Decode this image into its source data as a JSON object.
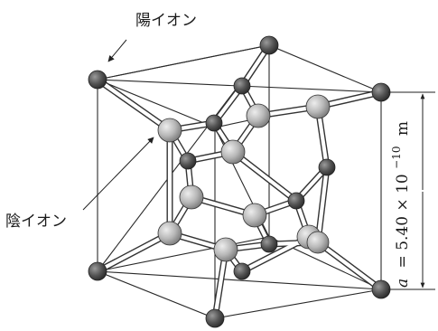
{
  "labels": {
    "cation": "陽イオン",
    "anion": "陰イオン",
    "lattice_symbol": "a",
    "lattice_value": "= 5.40 × 10",
    "lattice_exponent": "−10",
    "lattice_unit": "m"
  },
  "colors": {
    "cation": "#555555",
    "anion": "#b8b8b8",
    "line": "#2a2a2a"
  }
}
